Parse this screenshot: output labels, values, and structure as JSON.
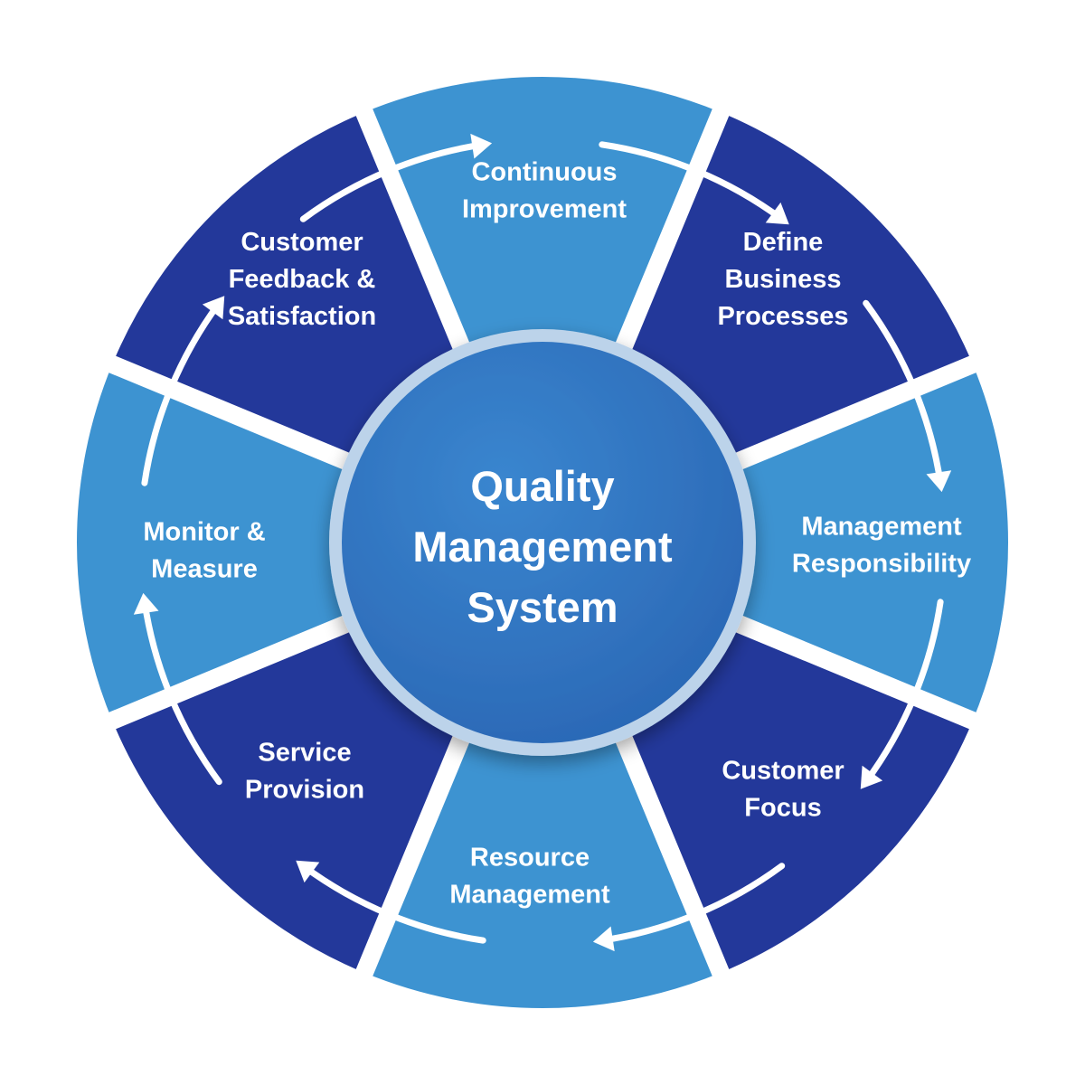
{
  "center": {
    "title_lines": [
      "Quality",
      "Management",
      "System"
    ]
  },
  "segments": [
    {
      "id": "continuous-improvement",
      "lines": [
        "Continuous",
        "Improvement"
      ],
      "tone": "light"
    },
    {
      "id": "define-business-processes",
      "lines": [
        "Define",
        "Business",
        "Processes"
      ],
      "tone": "dark"
    },
    {
      "id": "management-responsibility",
      "lines": [
        "Management",
        "Responsibility"
      ],
      "tone": "light"
    },
    {
      "id": "customer-focus",
      "lines": [
        "Customer",
        "Focus"
      ],
      "tone": "dark"
    },
    {
      "id": "resource-management",
      "lines": [
        "Resource",
        "Management"
      ],
      "tone": "light"
    },
    {
      "id": "service-provision",
      "lines": [
        "Service",
        "Provision"
      ],
      "tone": "dark"
    },
    {
      "id": "monitor-measure",
      "lines": [
        "Monitor &",
        "Measure"
      ],
      "tone": "light"
    },
    {
      "id": "customer-feedback-satisfaction",
      "lines": [
        "Customer",
        "Feedback &",
        "Satisfaction"
      ],
      "tone": "dark"
    }
  ],
  "flow_direction": "clockwise",
  "colors": {
    "dark_segment": "#23389a",
    "light_segment": "#3d93d1",
    "center_fill": "#2f74c0",
    "center_ring": "#bcd3ea",
    "divider": "#ffffff",
    "arrow": "#ffffff",
    "text": "#ffffff"
  }
}
